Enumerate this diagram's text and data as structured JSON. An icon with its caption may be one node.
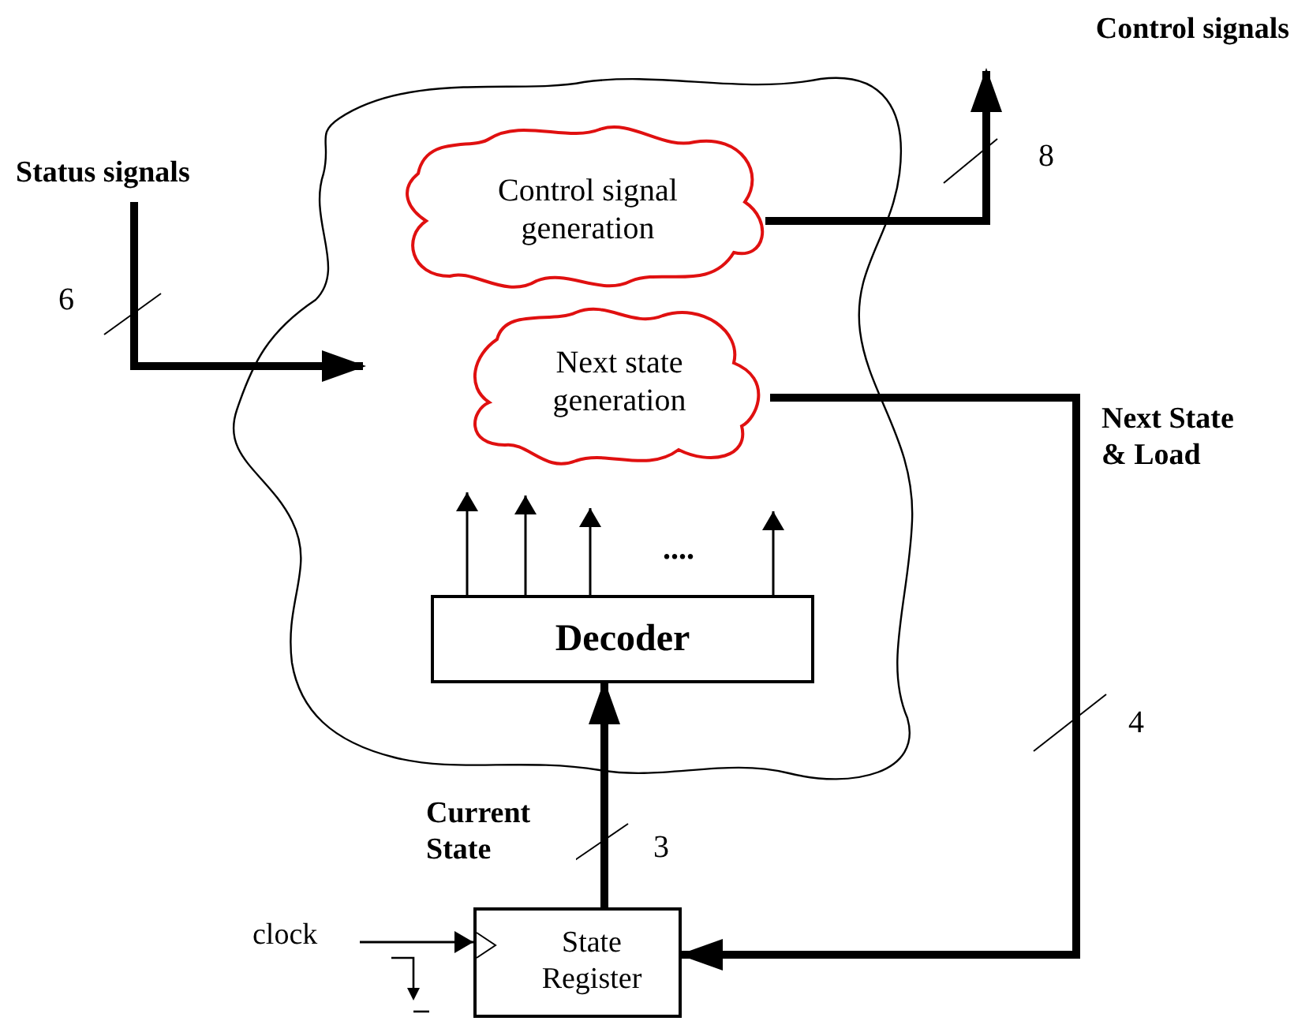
{
  "diagram": {
    "nodes": [
      {
        "text": [],
        "shape": "cloud"
      },
      {
        "text": [
          "Control signal generation"
        ],
        "in": 0
      },
      {
        "text": [
          "Next state generation"
        ],
        "in": 0
      },
      {
        "text": [
          "Decoder"
        ],
        "in": 0
      },
      {
        "text": [
          "State Register"
        ]
      },
      {
        "text": [
          "Status signals"
        ]
      },
      {
        "text": [
          "Control signals"
        ]
      },
      {
        "text": [
          "clock"
        ]
      }
    ],
    "edges": [
      {
        "from": 5,
        "to": 0,
        "arrow": "to",
        "style": "thick"
      },
      {
        "from": 1,
        "to": 6,
        "arrow": "to",
        "style": "thick"
      },
      {
        "from": 2,
        "to": 4,
        "arrow": "to",
        "style": "thick",
        "label": "Next State & Load"
      },
      {
        "from": 4,
        "to": 3,
        "arrow": "to",
        "style": "thick",
        "label": "Current State"
      },
      {
        "from": 7,
        "to": 4,
        "arrow": "to"
      },
      {
        "from": 3,
        "to": null,
        "arrow": "to"
      },
      {
        "from": 3,
        "to": 2,
        "arrow": "to"
      },
      {
        "from": 3,
        "to": null,
        "arrow": "to"
      },
      {
        "from": 3,
        "to": null,
        "arrow": "to"
      }
    ],
    "labels": [
      "6",
      "8",
      "4",
      "3",
      "...."
    ]
  }
}
